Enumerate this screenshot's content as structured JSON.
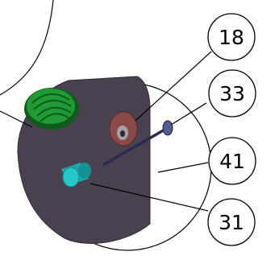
{
  "callouts": [
    {
      "id": "c18",
      "label": "18"
    },
    {
      "id": "c33",
      "label": "33"
    },
    {
      "id": "c41",
      "label": "41"
    },
    {
      "id": "c31",
      "label": "31"
    }
  ],
  "colors": {
    "background": "#ffffff",
    "line": "#000000",
    "panel": "#4a4150",
    "panel_edge": "#2e2834",
    "green_lens": "#1f9a35",
    "green_dark": "#0f5a1c",
    "washer": "#8a4a48",
    "bolt": "#2a2a55",
    "cylinder": "#27c6c9"
  },
  "icons": [
    "assembly-detail-view"
  ]
}
